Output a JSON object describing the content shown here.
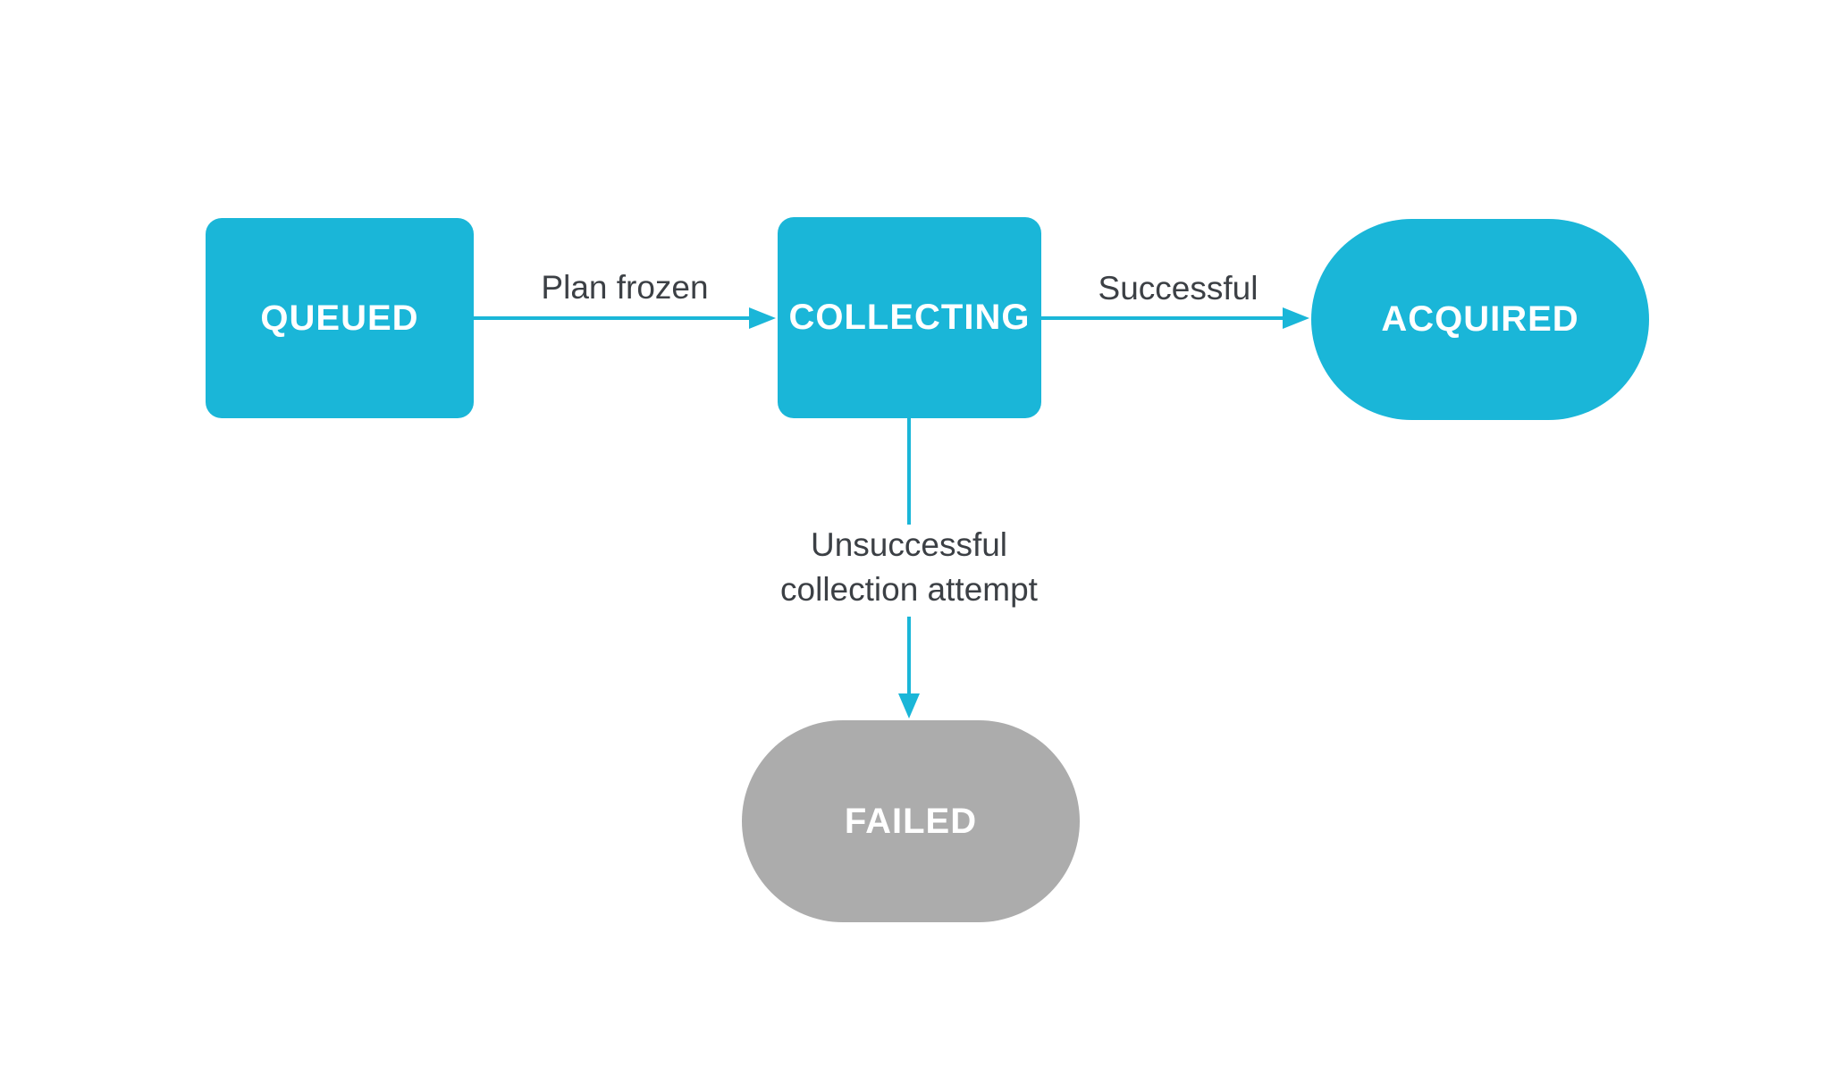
{
  "diagram": {
    "background": "#ffffff",
    "colors": {
      "accent_cyan": "#1ab6d8",
      "inactive_gray": "#acacac",
      "edge_label_text": "#3c4045",
      "node_text": "#ffffff"
    },
    "nodes": [
      {
        "id": "queued",
        "label": "QUEUED",
        "shape": "rounded-rect",
        "color": "#1ab6d8"
      },
      {
        "id": "collecting",
        "label": "COLLECTING",
        "shape": "rounded-rect",
        "color": "#1ab6d8"
      },
      {
        "id": "acquired",
        "label": "ACQUIRED",
        "shape": "pill",
        "color": "#1ab6d8"
      },
      {
        "id": "failed",
        "label": "FAILED",
        "shape": "pill",
        "color": "#acacac"
      }
    ],
    "edges": [
      {
        "from": "queued",
        "to": "collecting",
        "label": "Plan frozen",
        "direction": "right"
      },
      {
        "from": "collecting",
        "to": "acquired",
        "label": "Successful",
        "direction": "right"
      },
      {
        "from": "collecting",
        "to": "failed",
        "label_line1": "Unsuccessful",
        "label_line2": "collection attempt",
        "direction": "down"
      }
    ]
  }
}
